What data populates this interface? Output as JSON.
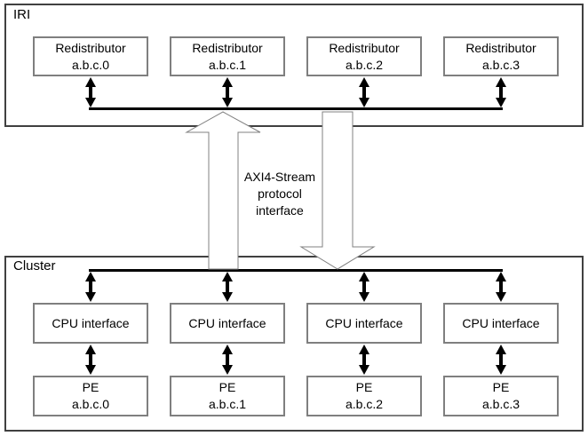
{
  "colors": {
    "background": "#ffffff",
    "container_border": "#404040",
    "node_border": "#7f7f7f",
    "bus_and_small_arrows": "#000000",
    "block_arrow_outline": "#808080",
    "block_arrow_fill": "#ffffff",
    "text": "#000000"
  },
  "iri": {
    "label": "IRI",
    "redistributors": [
      {
        "name": "Redistributor",
        "id": "a.b.c.0"
      },
      {
        "name": "Redistributor",
        "id": "a.b.c.1"
      },
      {
        "name": "Redistributor",
        "id": "a.b.c.2"
      },
      {
        "name": "Redistributor",
        "id": "a.b.c.3"
      }
    ]
  },
  "interconnect": {
    "label_lines": [
      "AXI4-Stream",
      "protocol",
      "interface"
    ]
  },
  "cluster": {
    "label": "Cluster",
    "cpu_interfaces": [
      {
        "name": "CPU interface"
      },
      {
        "name": "CPU interface"
      },
      {
        "name": "CPU interface"
      },
      {
        "name": "CPU interface"
      }
    ],
    "pes": [
      {
        "name": "PE",
        "id": "a.b.c.0"
      },
      {
        "name": "PE",
        "id": "a.b.c.1"
      },
      {
        "name": "PE",
        "id": "a.b.c.2"
      },
      {
        "name": "PE",
        "id": "a.b.c.3"
      }
    ]
  }
}
